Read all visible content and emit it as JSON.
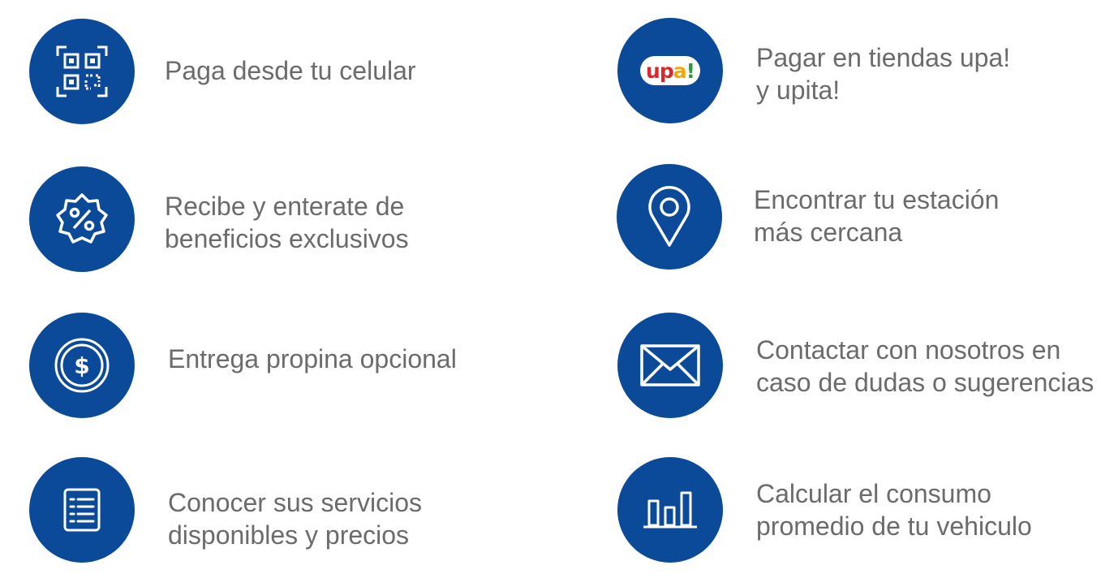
{
  "features": [
    {
      "id": "pay",
      "icon": "qr-code-icon",
      "lines": [
        "Paga desde tu celular"
      ]
    },
    {
      "id": "benefits",
      "icon": "discount-badge-icon",
      "lines": [
        "Recibe y enterate de",
        "beneficios exclusivos"
      ]
    },
    {
      "id": "tip",
      "icon": "dollar-coin-icon",
      "lines": [
        "Entrega propina opcional"
      ]
    },
    {
      "id": "services",
      "icon": "price-list-icon",
      "lines": [
        "Conocer sus servicios",
        "disponibles y precios"
      ]
    },
    {
      "id": "upa",
      "icon": "upa-logo",
      "logo_text": "upa!",
      "lines": [
        "Pagar en tiendas upa!",
        "y upita!"
      ]
    },
    {
      "id": "station",
      "icon": "location-pin-icon",
      "lines": [
        "Encontrar tu estación",
        "más cercana"
      ]
    },
    {
      "id": "contact",
      "icon": "envelope-icon",
      "lines": [
        "Contactar con nosotros en",
        "caso de dudas o sugerencias"
      ]
    },
    {
      "id": "consumption",
      "icon": "bar-chart-icon",
      "lines": [
        "Calcular el consumo",
        "promedio de tu vehiculo"
      ]
    }
  ],
  "colors": {
    "circle": "#0a4a98",
    "text": "#6b6b6b",
    "upa_red": "#e0262b",
    "upa_yellow": "#f2a900",
    "upa_green": "#2f9a3e"
  }
}
